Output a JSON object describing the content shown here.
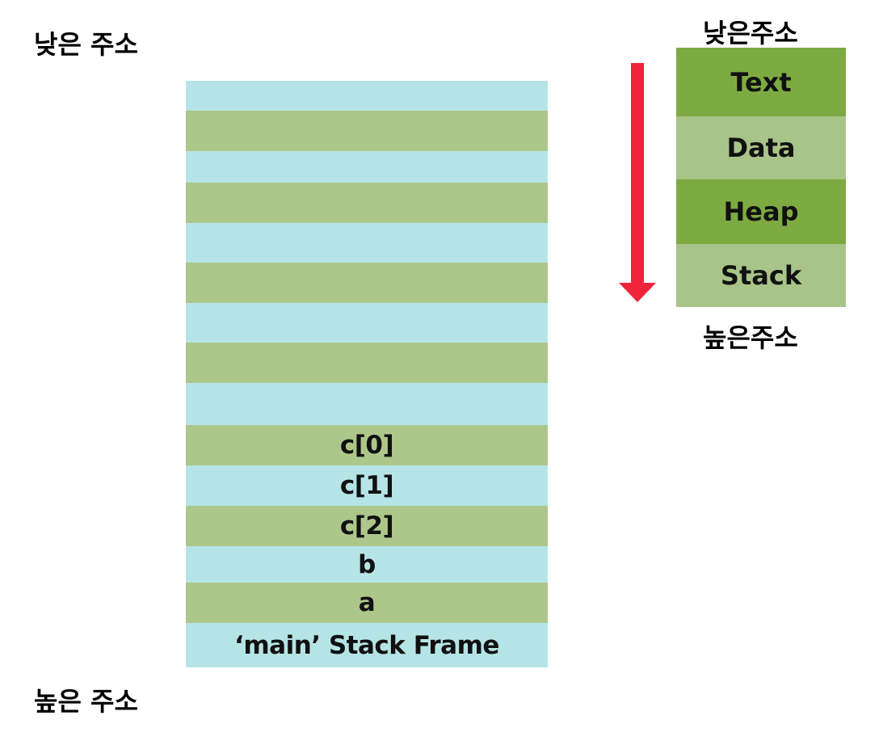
{
  "labels": {
    "left_low": "낮은 주소",
    "left_high": "높은 주소",
    "right_low": "낮은주소",
    "right_high": "높은주소"
  },
  "stack_rows": [
    {
      "text": "",
      "shade": "blue"
    },
    {
      "text": "",
      "shade": "green"
    },
    {
      "text": "",
      "shade": "blue"
    },
    {
      "text": "",
      "shade": "green"
    },
    {
      "text": "",
      "shade": "blue"
    },
    {
      "text": "",
      "shade": "green"
    },
    {
      "text": "",
      "shade": "blue"
    },
    {
      "text": "",
      "shade": "green"
    },
    {
      "text": "",
      "shade": "blue"
    },
    {
      "text": "c[0]",
      "shade": "green"
    },
    {
      "text": "c[1]",
      "shade": "blue"
    },
    {
      "text": "c[2]",
      "shade": "green"
    },
    {
      "text": "b",
      "shade": "blue"
    },
    {
      "text": "a",
      "shade": "green"
    },
    {
      "text": "‘main’  Stack Frame",
      "shade": "blue"
    }
  ],
  "segments": [
    {
      "text": "Text",
      "shade": "dark"
    },
    {
      "text": "Data",
      "shade": "light"
    },
    {
      "text": "Heap",
      "shade": "dark"
    },
    {
      "text": "Stack",
      "shade": "light"
    }
  ],
  "colors": {
    "row_blue": "#b5e4e6",
    "row_green": "#adc78a",
    "segment_dark": "#7dab42",
    "segment_light": "#a9c488",
    "arrow": "#f0243a"
  },
  "icons": {
    "direction_arrow": "down-arrow-icon"
  }
}
